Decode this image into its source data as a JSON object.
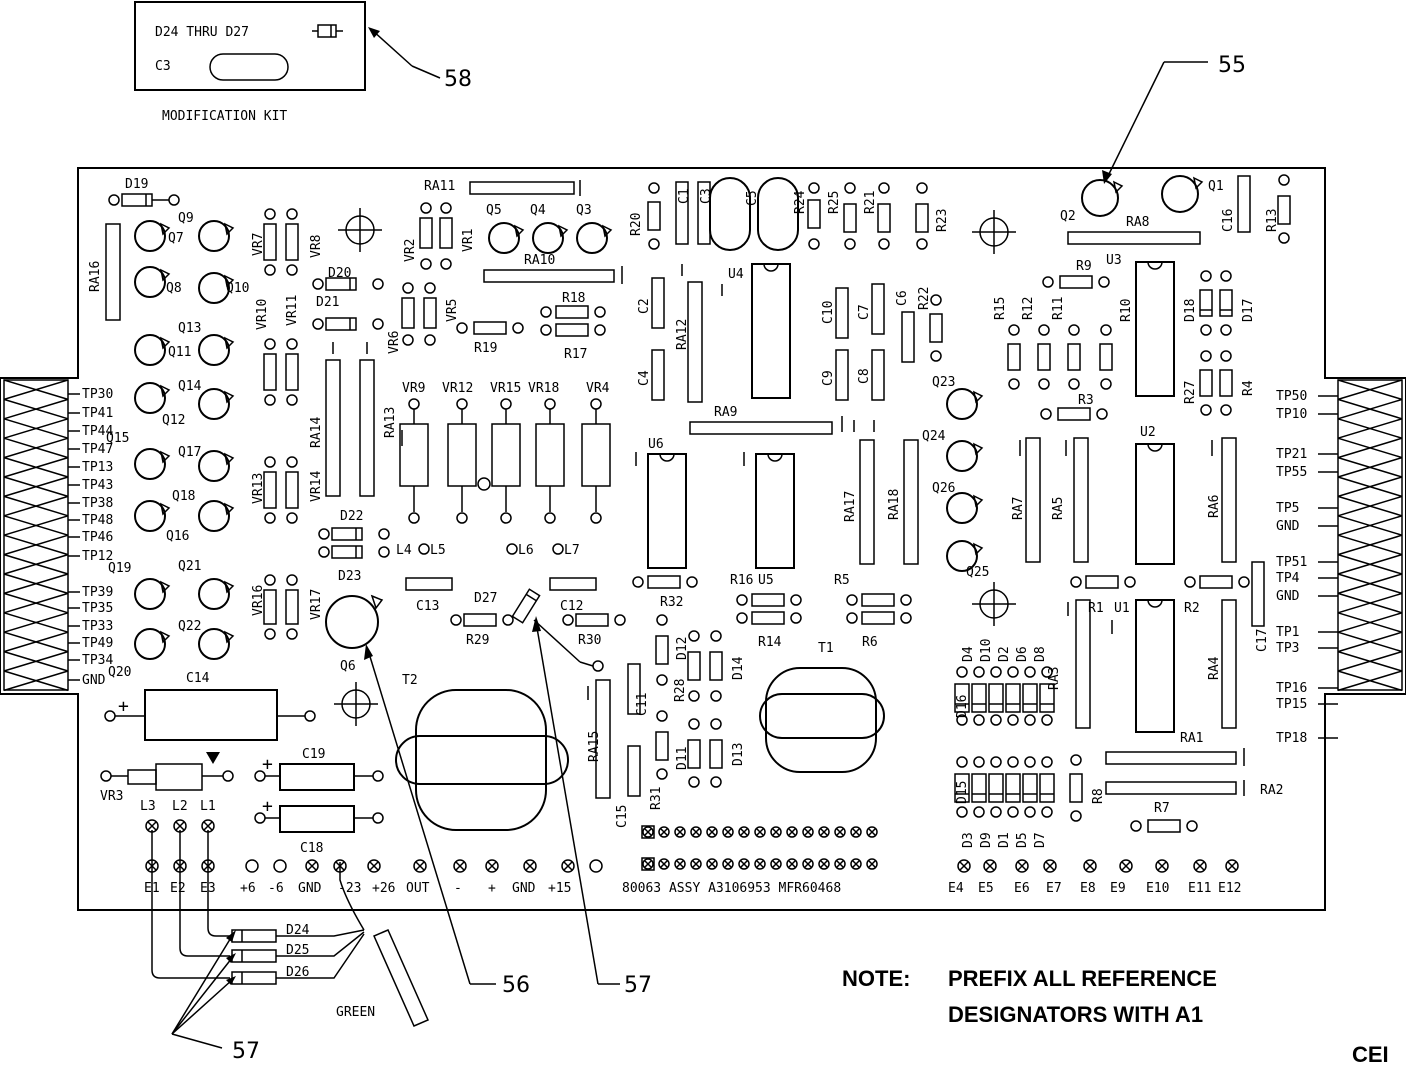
{
  "kit": {
    "line1": "D24 THRU D27",
    "line2": "C3",
    "caption": "MODIFICATION KIT"
  },
  "callouts": {
    "c55": "55",
    "c56": "56",
    "c57a": "57",
    "c57b": "57",
    "c58": "58"
  },
  "note": {
    "label": "NOTE:",
    "line1": "PREFIX ALL REFERENCE",
    "line2": "DESIGNATORS WITH A1"
  },
  "corner_text": "CEI",
  "board": {
    "assy": "80063 ASSY A3106953 MFR60468",
    "green": "GREEN"
  },
  "left_tps": [
    "TP30",
    "TP41",
    "TP44",
    "TP47",
    "TP13",
    "TP43",
    "TP38",
    "TP48",
    "TP46",
    "TP12",
    "TP39",
    "TP35",
    "TP33",
    "TP49",
    "TP34",
    "GND"
  ],
  "right_tps": [
    "TP50",
    "TP10",
    "TP21",
    "TP55",
    "TP5",
    "GND",
    "TP51",
    "TP4",
    "GND",
    "TP1",
    "TP3",
    "TP16",
    "TP15",
    "TP18"
  ],
  "bottom_terminals": [
    "E1",
    "E2",
    "E3",
    "+6",
    "-6",
    "GND",
    "-23",
    "+26",
    "OUT",
    "-",
    "+",
    "GND",
    "+15",
    "E4",
    "E5",
    "E6",
    "E7",
    "E8",
    "E9",
    "E10",
    "E11",
    "E12"
  ],
  "diodes_bottom": [
    "D24",
    "D25",
    "D26"
  ],
  "l_terms": [
    "L3",
    "L2",
    "L1"
  ],
  "labels": {
    "D19": "D19",
    "Q9": "Q9",
    "Q7": "Q7",
    "Q8": "Q8",
    "Q10": "Q10",
    "Q13": "Q13",
    "Q11": "Q11",
    "Q14": "Q14",
    "Q12": "Q12",
    "Q15": "Q15",
    "Q17": "Q17",
    "Q18": "Q18",
    "Q16": "Q16",
    "Q19": "Q19",
    "Q21": "Q21",
    "Q22": "Q22",
    "Q20": "Q20",
    "RA16": "RA16",
    "VR7": "VR7",
    "VR8": "VR8",
    "VR10": "VR10",
    "VR11": "VR11",
    "VR13": "VR13",
    "VR14": "VR14",
    "VR16": "VR16",
    "VR17": "VR17",
    "RA14": "RA14",
    "RA13": "RA13",
    "D20": "D20",
    "D21": "D21",
    "D22": "D22",
    "D23": "D23",
    "RA11": "RA11",
    "VR2": "VR2",
    "VR1": "VR1",
    "VR6": "VR6",
    "VR5": "VR5",
    "Q5": "Q5",
    "Q4": "Q4",
    "Q3": "Q3",
    "RA10": "RA10",
    "R18": "R18",
    "R17": "R17",
    "R19": "R19",
    "VR9": "VR9",
    "VR12": "VR12",
    "VR15": "VR15",
    "VR18": "VR18",
    "VR4": "VR4",
    "L4": "L4",
    "L5": "L5",
    "L6": "L6",
    "L7": "L7",
    "C13": "C13",
    "C12": "C12",
    "D27": "D27",
    "R29": "R29",
    "R30": "R30",
    "Q6": "Q6",
    "C14": "C14",
    "VR3": "VR3",
    "T2": "T2",
    "C19": "C19",
    "C18": "C18",
    "R20": "R20",
    "C1": "C1",
    "C3": "C3",
    "C5": "C5",
    "R24": "R24",
    "R25": "R25",
    "R21": "R21",
    "R23": "R23",
    "C2": "C2",
    "RA12": "RA12",
    "U4": "U4",
    "C4": "C4",
    "C10": "C10",
    "C7": "C7",
    "C6": "C6",
    "R22": "R22",
    "C9": "C9",
    "C8": "C8",
    "RA9": "RA9",
    "U6": "U6",
    "RA17": "RA17",
    "RA18": "RA18",
    "R16": "R16",
    "U5": "U5",
    "R5": "R5",
    "R32": "R32",
    "R14": "R14",
    "R6": "R6",
    "T1": "T1",
    "R28": "R28",
    "D12": "D12",
    "D14": "D14",
    "D11": "D11",
    "D13": "D13",
    "R31": "R31",
    "C11": "C11",
    "C15": "C15",
    "RA15": "RA15",
    "Q2": "Q2",
    "Q1": "Q1",
    "RA8": "RA8",
    "C16": "C16",
    "R13": "R13",
    "R9": "R9",
    "U3": "U3",
    "R15": "R15",
    "R12": "R12",
    "R11": "R11",
    "R10": "R10",
    "D18": "D18",
    "D17": "D17",
    "R27": "R27",
    "R4": "R4",
    "R3": "R3",
    "Q23": "Q23",
    "Q24": "Q24",
    "Q26": "Q26",
    "Q25": "Q25",
    "RA7": "RA7",
    "RA5": "RA5",
    "U2": "U2",
    "RA6": "RA6",
    "R1": "R1",
    "U1": "U1",
    "R2": "R2",
    "RA3": "RA3",
    "RA4": "RA4",
    "C17": "C17",
    "D4": "D4",
    "D10": "D10",
    "D2": "D2",
    "D6": "D6",
    "D8": "D8",
    "D16": "D16",
    "D15": "D15",
    "D3": "D3",
    "D9": "D9",
    "D1": "D1",
    "D5": "D5",
    "D7": "D7",
    "RA1": "RA1",
    "RA2": "RA2",
    "R8": "R8",
    "R7": "R7"
  }
}
